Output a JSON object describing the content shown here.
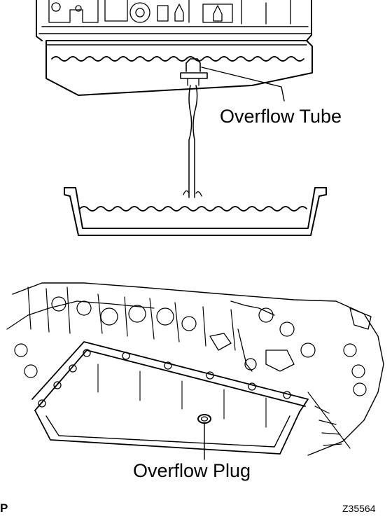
{
  "labels": {
    "overflow_tube": "Overflow Tube",
    "overflow_plug": "Overflow Plug",
    "corner_mark": "P",
    "figure_code": "Z35564"
  }
}
